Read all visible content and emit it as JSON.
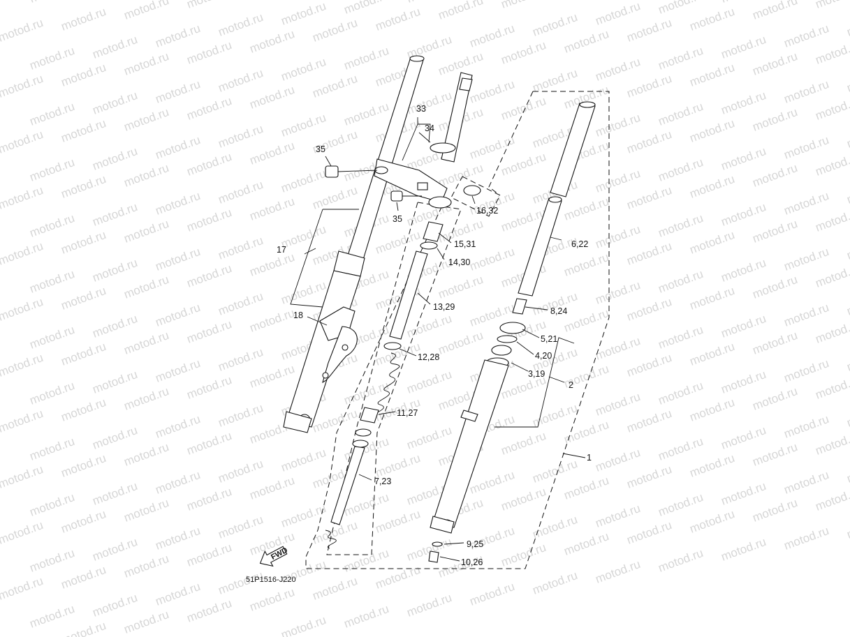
{
  "watermark": "motod.ru",
  "diagram_code": "51P1516-J220",
  "fwd_label": "FWD",
  "callouts": {
    "c1": "1",
    "c2": "2",
    "c3_19": "3,19",
    "c4_20": "4,20",
    "c5_21": "5,21",
    "c6_22": "6,22",
    "c7_23": "7,23",
    "c8_24": "8,24",
    "c9_25": "9,25",
    "c10_26": "10,26",
    "c11_27": "11,27",
    "c12_28": "12,28",
    "c13_29": "13,29",
    "c14_30": "14,30",
    "c15_31": "15,31",
    "c16_32": "16,32",
    "c17": "17",
    "c18": "18",
    "c33": "33",
    "c34": "34",
    "c35a": "35",
    "c35b": "35"
  }
}
